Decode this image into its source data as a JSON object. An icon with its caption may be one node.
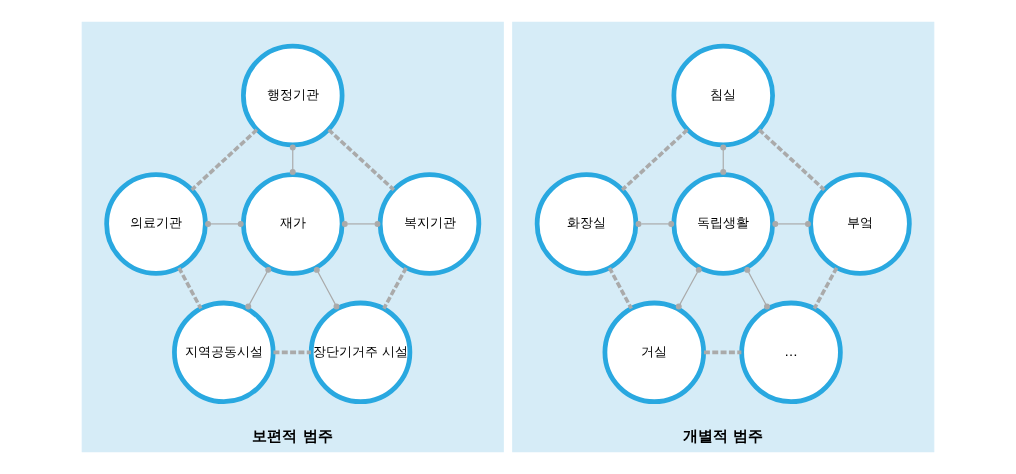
{
  "diagram": {
    "nodes": [
      {
        "text": [
          "보편적 범주"
        ]
      },
      {
        "text": [
          "행정기관"
        ],
        "in": 0
      },
      {
        "text": [
          "의료기관"
        ],
        "in": 0
      },
      {
        "text": [
          "복지기관"
        ],
        "in": 0
      },
      {
        "text": [
          "재가"
        ],
        "in": 0
      },
      {
        "text": [
          "지역공동시설"
        ],
        "in": 0
      },
      {
        "text": [
          "장단기거주 시설"
        ],
        "in": 0
      },
      {
        "text": [
          "개별적 범주"
        ]
      },
      {
        "text": [
          "침실"
        ],
        "in": 7
      },
      {
        "text": [
          "화장실"
        ],
        "in": 7
      },
      {
        "text": [
          "부엌"
        ],
        "in": 7
      },
      {
        "text": [
          "독립생활"
        ],
        "in": 7
      },
      {
        "text": [
          "거실"
        ],
        "in": 7
      },
      {
        "text": [
          "…"
        ],
        "in": 7
      }
    ],
    "edges": [
      {
        "from": 1,
        "to": 3,
        "arrow": "none",
        "style": "dashed"
      },
      {
        "from": 3,
        "to": 6,
        "arrow": "none",
        "style": "dashed"
      },
      {
        "from": 6,
        "to": 5,
        "arrow": "none",
        "style": "dashed"
      },
      {
        "from": 5,
        "to": 2,
        "arrow": "none",
        "style": "dashed"
      },
      {
        "from": 2,
        "to": 1,
        "arrow": "none",
        "style": "dashed"
      },
      {
        "from": 4,
        "to": 1,
        "arrow": "other"
      },
      {
        "from": 4,
        "to": 2,
        "arrow": "other"
      },
      {
        "from": 4,
        "to": 3,
        "arrow": "other"
      },
      {
        "from": 4,
        "to": 5,
        "arrow": "other"
      },
      {
        "from": 4,
        "to": 6,
        "arrow": "other"
      },
      {
        "from": 8,
        "to": 10,
        "arrow": "none",
        "style": "dashed"
      },
      {
        "from": 10,
        "to": 13,
        "arrow": "none",
        "style": "dashed"
      },
      {
        "from": 13,
        "to": 12,
        "arrow": "none",
        "style": "dashed"
      },
      {
        "from": 12,
        "to": 9,
        "arrow": "none",
        "style": "dashed"
      },
      {
        "from": 9,
        "to": 8,
        "arrow": "none",
        "style": "dashed"
      },
      {
        "from": 11,
        "to": 8,
        "arrow": "other"
      },
      {
        "from": 11,
        "to": 9,
        "arrow": "other"
      },
      {
        "from": 11,
        "to": 10,
        "arrow": "other"
      },
      {
        "from": 11,
        "to": 12,
        "arrow": "other"
      },
      {
        "from": 11,
        "to": 13,
        "arrow": "other"
      }
    ]
  }
}
